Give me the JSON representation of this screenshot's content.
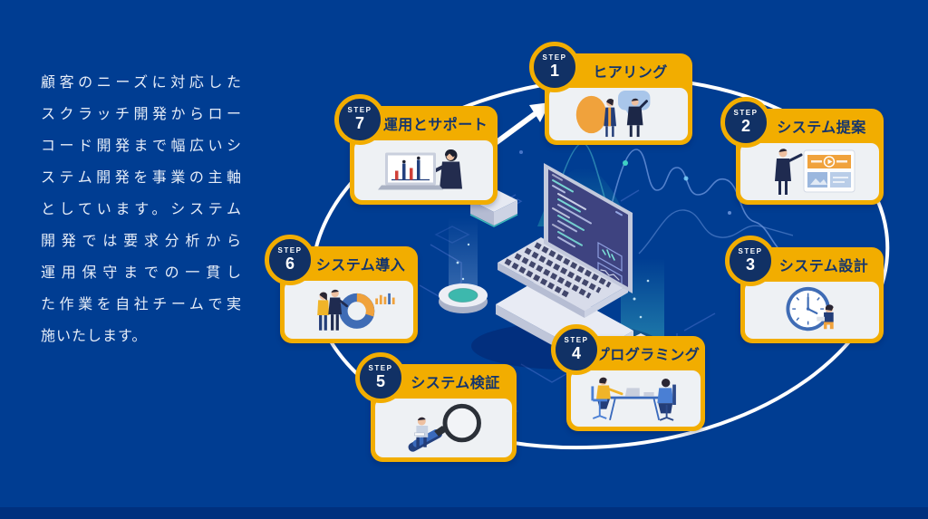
{
  "page": {
    "background": "#003d92",
    "bottom_band": "#00307e"
  },
  "intro": {
    "lines": [
      "顧客のニーズに対応した",
      "スクラッチ開発からロー",
      "コード開発まで幅広いシ",
      "ステム開発を事業の主軸",
      "としています。システム",
      "開発では要求分析から",
      "運用保守までの一貫し",
      "た作業を自社チームで実",
      "施いたします。"
    ]
  },
  "labels": {
    "step": "STEP"
  },
  "steps": [
    {
      "number": "1",
      "title": "ヒアリング",
      "illustration": "two-people-conversation-speech-bubbles"
    },
    {
      "number": "2",
      "title": "システム提案",
      "illustration": "presenter-with-proposal-board"
    },
    {
      "number": "3",
      "title": "システム設計",
      "illustration": "clock-with-worker"
    },
    {
      "number": "4",
      "title": "プログラミング",
      "illustration": "two-developers-at-desk"
    },
    {
      "number": "5",
      "title": "システム検証",
      "illustration": "magnifying-glass-inspection"
    },
    {
      "number": "6",
      "title": "システム導入",
      "illustration": "team-with-donut-chart"
    },
    {
      "number": "7",
      "title": "運用とサポート",
      "illustration": "engineer-pointing-dashboard-laptop"
    }
  ],
  "colors": {
    "gold": "#f2ad00",
    "badge_navy": "#113165",
    "title_navy": "#14356d",
    "card_bg": "#eef1f4",
    "ring_white": "#ffffff",
    "teal": "#3fc8bc",
    "illustration_orange": "#f0a23c",
    "illustration_blue": "#3a6abc"
  }
}
